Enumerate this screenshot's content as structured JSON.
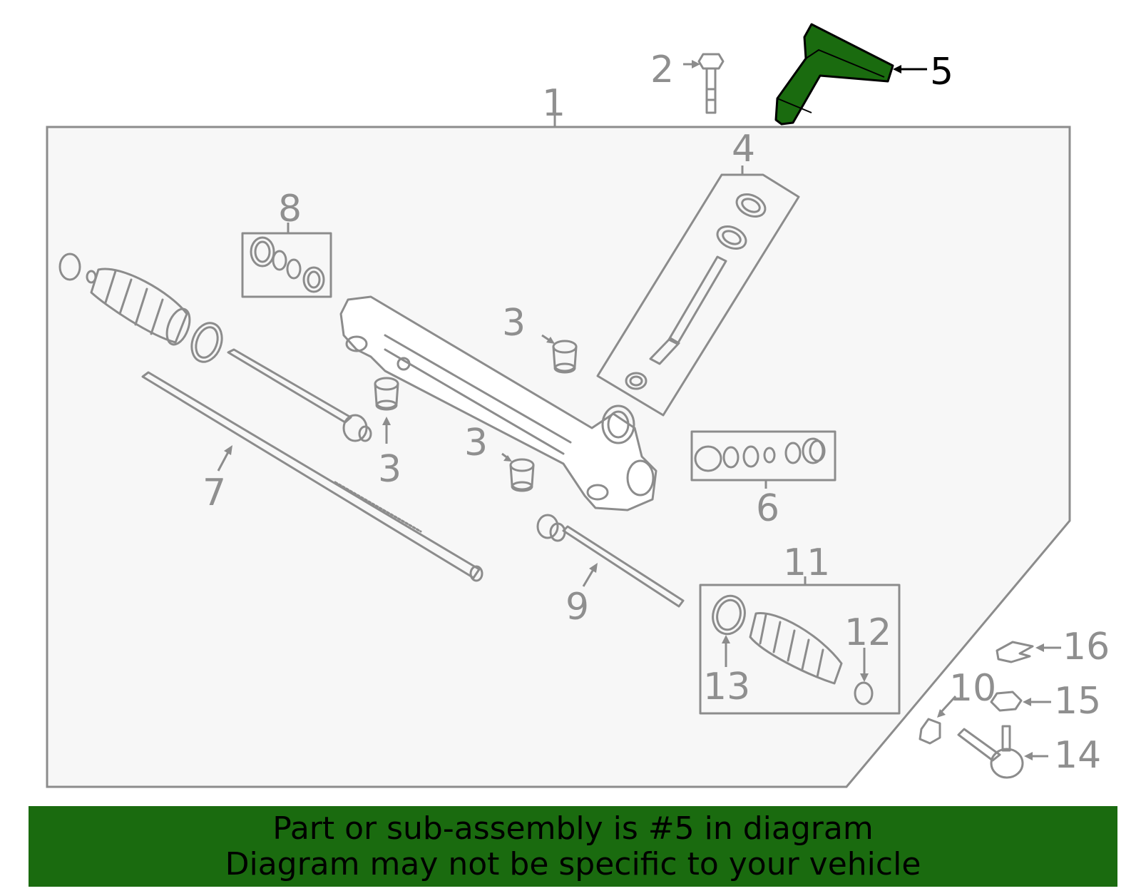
{
  "highlight_color": "#1a6b0f",
  "callouts": [
    {
      "id": "1",
      "label": "1"
    },
    {
      "id": "2",
      "label": "2"
    },
    {
      "id": "3a",
      "label": "3"
    },
    {
      "id": "3b",
      "label": "3"
    },
    {
      "id": "3c",
      "label": "3"
    },
    {
      "id": "4",
      "label": "4"
    },
    {
      "id": "5",
      "label": "5",
      "highlighted": true
    },
    {
      "id": "6",
      "label": "6"
    },
    {
      "id": "7",
      "label": "7"
    },
    {
      "id": "8",
      "label": "8"
    },
    {
      "id": "9",
      "label": "9"
    },
    {
      "id": "10",
      "label": "10"
    },
    {
      "id": "11",
      "label": "11"
    },
    {
      "id": "12",
      "label": "12"
    },
    {
      "id": "13",
      "label": "13"
    },
    {
      "id": "14",
      "label": "14"
    },
    {
      "id": "15",
      "label": "15"
    },
    {
      "id": "16",
      "label": "16"
    }
  ],
  "banner": {
    "line1": "Part or sub-assembly is #5 in diagram",
    "line2": "Diagram may not be specific to your vehicle"
  }
}
